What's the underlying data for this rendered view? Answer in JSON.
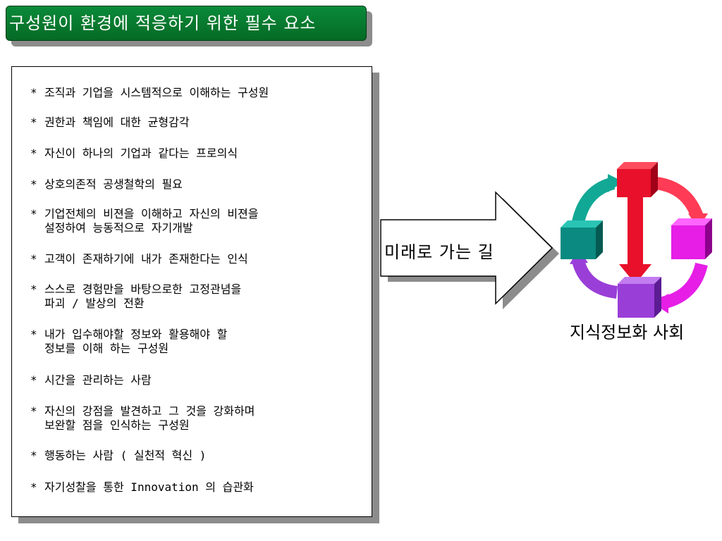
{
  "title": "구성원이 환경에 적응하기 위한 필수 요소",
  "bullet_symbol": "*",
  "items": [
    "조직과 기업을 시스템적으로 이해하는 구성원",
    "권한과 책임에 대한 균형감각",
    "자신이 하나의 기업과 같다는 프로의식",
    "상호의존적 공생철학의 필요",
    "기업전체의 비젼을 이해하고 자신의 비젼을\n설정하여 능동적으로 자기개발",
    "고객이 존재하기에 내가 존재한다는 인식",
    "스스로 경험만을 바탕으로한 고정관념을\n파괴 / 발상의 전환",
    "내가 입수해야할 정보와 활용해야 할\n정보를 이해 하는 구성원",
    "시간을 관리하는 사람",
    "자신의 강점을 발견하고 그 것을 강화하며\n보완할 점을 인식하는 구성원",
    "행동하는 사람 ( 실천적 혁신 )",
    "자기성찰을 통한 Innovation 의 습관화"
  ],
  "arrow_label": "미래로 가는 길",
  "cycle_caption": "지식정보화 사회",
  "colors": {
    "title_bg": "#0a8a3a",
    "red": "#e8102a",
    "magenta": "#e61ee6",
    "purple": "#9a3ed8",
    "teal": "#0a8a80"
  }
}
